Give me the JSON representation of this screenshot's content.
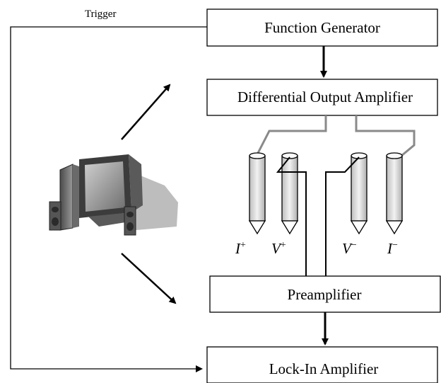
{
  "boxes": {
    "function_generator": "Function Generator",
    "differential_amplifier": "Differential Output Amplifier",
    "preamplifier": "Preamplifier",
    "lock_in_amplifier": "Lock-In Amplifier"
  },
  "trigger_label": "Trigger",
  "probes": [
    {
      "letter": "I",
      "sign": "+"
    },
    {
      "letter": "V",
      "sign": "+"
    },
    {
      "letter": "V",
      "sign": "−"
    },
    {
      "letter": "I",
      "sign": "−"
    }
  ],
  "computer_icon": "desktop-computer-icon"
}
